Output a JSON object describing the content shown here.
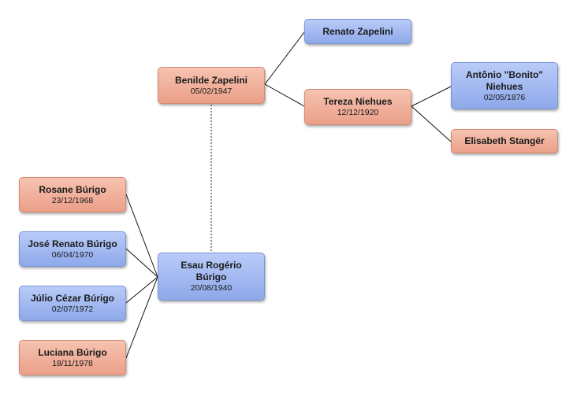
{
  "people": {
    "esau": {
      "name": "Esau Rogério Búrigo",
      "date": "20/08/1940"
    },
    "benilde": {
      "name": "Benilde Zapelini",
      "date": "05/02/1947"
    },
    "renato": {
      "name": "Renato Zapelini",
      "date": ""
    },
    "tereza": {
      "name": "Tereza Niehues",
      "date": "12/12/1920"
    },
    "antonio": {
      "name": "Antônio \"Bonito\" Niehues",
      "date": "02/05/1876"
    },
    "elisabeth": {
      "name": "Elisabeth Stangër",
      "date": ""
    },
    "rosane": {
      "name": "Rosane Búrigo",
      "date": "23/12/1968"
    },
    "jose": {
      "name": "José Renato Búrigo",
      "date": "06/04/1970"
    },
    "julio": {
      "name": "Júlio Cézar Búrigo",
      "date": "02/07/1972"
    },
    "luciana": {
      "name": "Luciana Búrigo",
      "date": "18/11/1978"
    }
  },
  "colors": {
    "female": "#eb9f88",
    "male": "#8ea9ea",
    "line": "#111111"
  }
}
